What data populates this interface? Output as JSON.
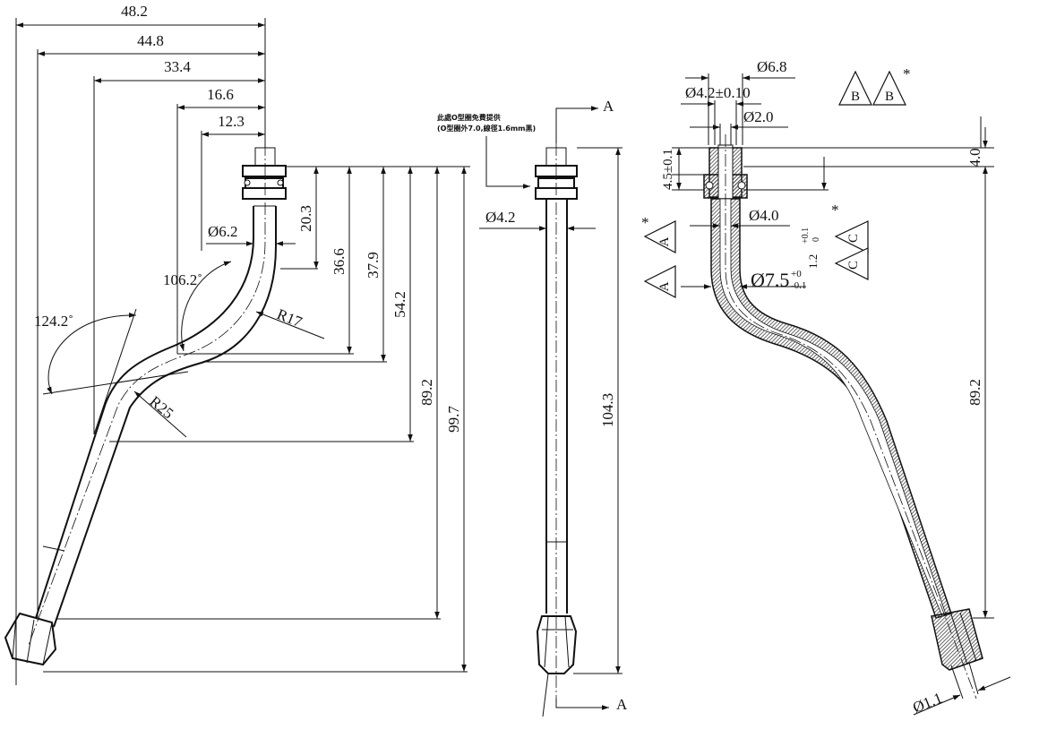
{
  "side_view": {
    "widths": [
      "48.2",
      "44.8",
      "33.4",
      "16.6",
      "12.3"
    ],
    "heights": [
      "20.3",
      "36.6",
      "37.9",
      "54.2",
      "89.2",
      "99.7"
    ],
    "diameter": "Ø6.2",
    "angles": [
      "106.2˚",
      "124.2˚"
    ],
    "radii": [
      "R17",
      "R25"
    ]
  },
  "front_view": {
    "note_line1": "此處O型圈免費提供",
    "note_line2": "(O型圈外7.0,線徑1.6mm黑)",
    "diameter": "Ø4.2",
    "height": "104.3",
    "section_label": "A"
  },
  "section_view": {
    "dims": {
      "d68": "Ø6.8",
      "d42": "Ø4.2±0.10",
      "d20": "Ø2.0",
      "h45": "4.5±0.1",
      "d40": "Ø4.0",
      "d75": "Ø7.5",
      "d75_upper": "+0",
      "d75_lower": "-0.1",
      "h12": "1.2",
      "h12_upper": "+0.1",
      "h12_lower": "0",
      "h40": "4.0",
      "h892": "89.2",
      "d11": "Ø1.1"
    },
    "marks": {
      "a": "A",
      "b": "B",
      "c": "C",
      "star": "*"
    }
  }
}
